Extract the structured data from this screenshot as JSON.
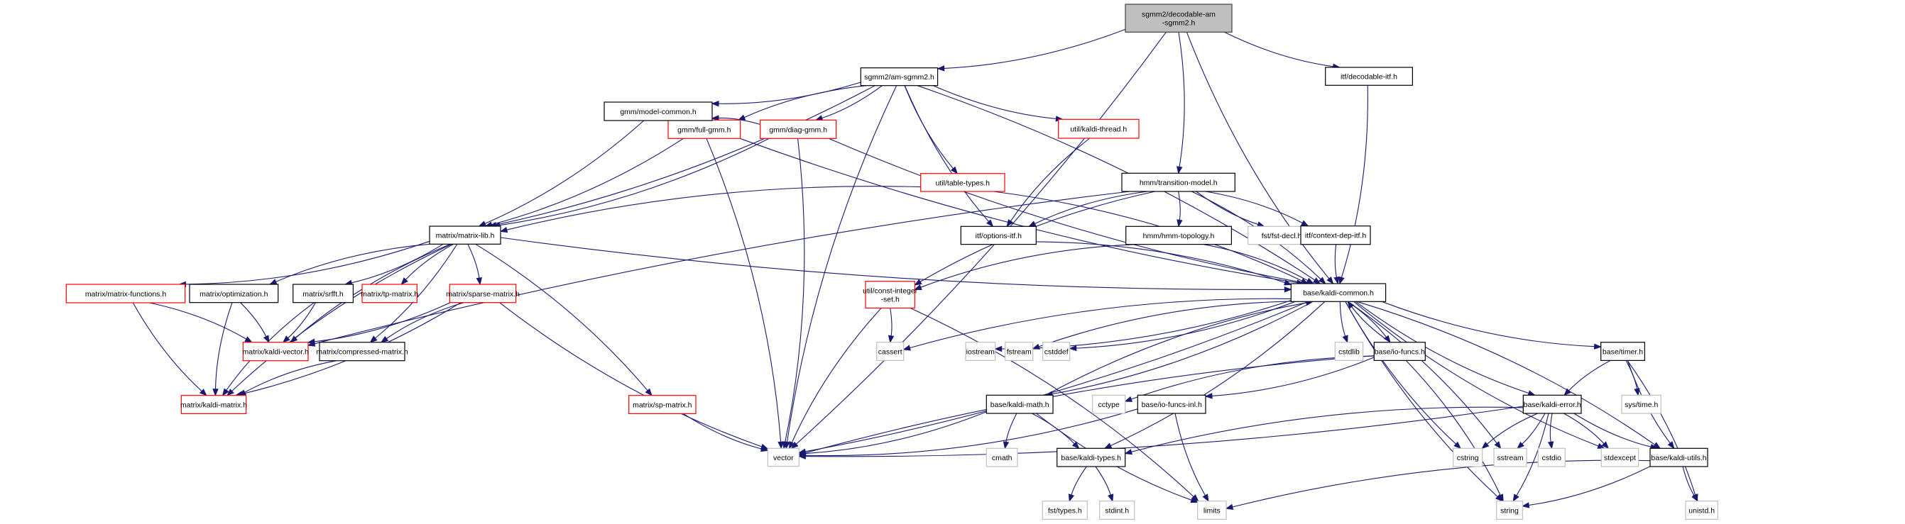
{
  "diagram": {
    "type": "include-dependency-graph",
    "edge_color": "#191970",
    "legend": {
      "root_fill": "#bfbfbf",
      "documented_border": "#000000",
      "truncated_border": "#ff0000",
      "external_border": "#bfbfbf"
    },
    "nodes": [
      {
        "id": "root",
        "label": [
          "sgmm2/decodable-am",
          "-sgmm2.h"
        ],
        "kind": "root"
      },
      {
        "id": "am_sgmm2",
        "label": [
          "sgmm2/am-sgmm2.h"
        ],
        "kind": "normal"
      },
      {
        "id": "decodable_itf",
        "label": [
          "itf/decodable-itf.h"
        ],
        "kind": "normal"
      },
      {
        "id": "full_gmm",
        "label": [
          "gmm/full-gmm.h"
        ],
        "kind": "red"
      },
      {
        "id": "diag_gmm",
        "label": [
          "gmm/diag-gmm.h"
        ],
        "kind": "red"
      },
      {
        "id": "kaldi_thread",
        "label": [
          "util/kaldi-thread.h"
        ],
        "kind": "red"
      },
      {
        "id": "model_common",
        "label": [
          "gmm/model-common.h"
        ],
        "kind": "normal"
      },
      {
        "id": "table_types",
        "label": [
          "util/table-types.h"
        ],
        "kind": "red"
      },
      {
        "id": "transition_model",
        "label": [
          "hmm/transition-model.h"
        ],
        "kind": "normal"
      },
      {
        "id": "matrix_lib",
        "label": [
          "matrix/matrix-lib.h"
        ],
        "kind": "normal"
      },
      {
        "id": "options_itf",
        "label": [
          "itf/options-itf.h"
        ],
        "kind": "normal"
      },
      {
        "id": "hmm_topology",
        "label": [
          "hmm/hmm-topology.h"
        ],
        "kind": "normal"
      },
      {
        "id": "fst_decl",
        "label": [
          "fst/fst-decl.h"
        ],
        "kind": "gray"
      },
      {
        "id": "context_dep_itf",
        "label": [
          "itf/context-dep-itf.h"
        ],
        "kind": "normal"
      },
      {
        "id": "matrix_functions",
        "label": [
          "matrix/matrix-functions.h"
        ],
        "kind": "red"
      },
      {
        "id": "optimization",
        "label": [
          "matrix/optimization.h"
        ],
        "kind": "normal"
      },
      {
        "id": "srfft",
        "label": [
          "matrix/srfft.h"
        ],
        "kind": "normal"
      },
      {
        "id": "tp_matrix",
        "label": [
          "matrix/tp-matrix.h"
        ],
        "kind": "red"
      },
      {
        "id": "sparse_matrix",
        "label": [
          "matrix/sparse-matrix.h"
        ],
        "kind": "red"
      },
      {
        "id": "const_integer_set",
        "label": [
          "util/const-integer",
          "-set.h"
        ],
        "kind": "red"
      },
      {
        "id": "kaldi_common",
        "label": [
          "base/kaldi-common.h"
        ],
        "kind": "normal"
      },
      {
        "id": "kaldi_vector",
        "label": [
          "matrix/kaldi-vector.h"
        ],
        "kind": "red"
      },
      {
        "id": "compressed_matrix",
        "label": [
          "matrix/compressed-matrix.h"
        ],
        "kind": "normal"
      },
      {
        "id": "cassert",
        "label": [
          "cassert"
        ],
        "kind": "gray"
      },
      {
        "id": "iostream",
        "label": [
          "iostream"
        ],
        "kind": "gray"
      },
      {
        "id": "fstream",
        "label": [
          "fstream"
        ],
        "kind": "gray"
      },
      {
        "id": "cstddef",
        "label": [
          "cstddef"
        ],
        "kind": "gray"
      },
      {
        "id": "cstdlib",
        "label": [
          "cstdlib"
        ],
        "kind": "gray"
      },
      {
        "id": "io_funcs",
        "label": [
          "base/io-funcs.h"
        ],
        "kind": "normal"
      },
      {
        "id": "timer",
        "label": [
          "base/timer.h"
        ],
        "kind": "normal"
      },
      {
        "id": "kaldi_matrix",
        "label": [
          "matrix/kaldi-matrix.h"
        ],
        "kind": "red"
      },
      {
        "id": "sp_matrix",
        "label": [
          "matrix/sp-matrix.h"
        ],
        "kind": "red"
      },
      {
        "id": "kaldi_math",
        "label": [
          "base/kaldi-math.h"
        ],
        "kind": "normal"
      },
      {
        "id": "cctype",
        "label": [
          "cctype"
        ],
        "kind": "gray"
      },
      {
        "id": "io_funcs_inl",
        "label": [
          "base/io-funcs-inl.h"
        ],
        "kind": "normal"
      },
      {
        "id": "kaldi_error",
        "label": [
          "base/kaldi-error.h"
        ],
        "kind": "normal"
      },
      {
        "id": "sys_time",
        "label": [
          "sys/time.h"
        ],
        "kind": "gray"
      },
      {
        "id": "vector",
        "label": [
          "vector"
        ],
        "kind": "gray"
      },
      {
        "id": "cmath",
        "label": [
          "cmath"
        ],
        "kind": "gray"
      },
      {
        "id": "kaldi_types",
        "label": [
          "base/kaldi-types.h"
        ],
        "kind": "normal"
      },
      {
        "id": "cstring",
        "label": [
          "cstring"
        ],
        "kind": "gray"
      },
      {
        "id": "sstream",
        "label": [
          "sstream"
        ],
        "kind": "gray"
      },
      {
        "id": "cstdio",
        "label": [
          "cstdio"
        ],
        "kind": "gray"
      },
      {
        "id": "stdexcept",
        "label": [
          "stdexcept"
        ],
        "kind": "gray"
      },
      {
        "id": "kaldi_utils",
        "label": [
          "base/kaldi-utils.h"
        ],
        "kind": "normal"
      },
      {
        "id": "fst_types",
        "label": [
          "fst/types.h"
        ],
        "kind": "gray"
      },
      {
        "id": "stdint",
        "label": [
          "stdint.h"
        ],
        "kind": "gray"
      },
      {
        "id": "limits",
        "label": [
          "limits"
        ],
        "kind": "gray"
      },
      {
        "id": "string",
        "label": [
          "string"
        ],
        "kind": "gray"
      },
      {
        "id": "unistd",
        "label": [
          "unistd.h"
        ],
        "kind": "gray"
      }
    ],
    "edges": [
      [
        "root",
        "am_sgmm2"
      ],
      [
        "root",
        "decodable_itf"
      ],
      [
        "root",
        "transition_model"
      ],
      [
        "root",
        "kaldi_common"
      ],
      [
        "root",
        "vector"
      ],
      [
        "am_sgmm2",
        "full_gmm"
      ],
      [
        "am_sgmm2",
        "diag_gmm"
      ],
      [
        "am_sgmm2",
        "kaldi_thread"
      ],
      [
        "am_sgmm2",
        "model_common"
      ],
      [
        "am_sgmm2",
        "table_types"
      ],
      [
        "am_sgmm2",
        "matrix_lib"
      ],
      [
        "am_sgmm2",
        "options_itf"
      ],
      [
        "am_sgmm2",
        "kaldi_common"
      ],
      [
        "am_sgmm2",
        "vector"
      ],
      [
        "decodable_itf",
        "kaldi_common"
      ],
      [
        "full_gmm",
        "model_common"
      ],
      [
        "full_gmm",
        "matrix_lib"
      ],
      [
        "full_gmm",
        "kaldi_common"
      ],
      [
        "full_gmm",
        "vector"
      ],
      [
        "diag_gmm",
        "model_common"
      ],
      [
        "diag_gmm",
        "matrix_lib"
      ],
      [
        "diag_gmm",
        "kaldi_common"
      ],
      [
        "diag_gmm",
        "vector"
      ],
      [
        "kaldi_thread",
        "options_itf"
      ],
      [
        "model_common",
        "matrix_lib"
      ],
      [
        "table_types",
        "matrix_lib"
      ],
      [
        "table_types",
        "kaldi_common"
      ],
      [
        "transition_model",
        "options_itf"
      ],
      [
        "transition_model",
        "hmm_topology"
      ],
      [
        "transition_model",
        "fst_decl"
      ],
      [
        "transition_model",
        "context_dep_itf"
      ],
      [
        "transition_model",
        "const_integer_set"
      ],
      [
        "transition_model",
        "kaldi_common"
      ],
      [
        "transition_model",
        "kaldi_vector"
      ],
      [
        "matrix_lib",
        "matrix_functions"
      ],
      [
        "matrix_lib",
        "optimization"
      ],
      [
        "matrix_lib",
        "srfft"
      ],
      [
        "matrix_lib",
        "tp_matrix"
      ],
      [
        "matrix_lib",
        "sparse_matrix"
      ],
      [
        "matrix_lib",
        "kaldi_vector"
      ],
      [
        "matrix_lib",
        "compressed_matrix"
      ],
      [
        "matrix_lib",
        "kaldi_matrix"
      ],
      [
        "matrix_lib",
        "sp_matrix"
      ],
      [
        "matrix_lib",
        "kaldi_common"
      ],
      [
        "options_itf",
        "kaldi_common"
      ],
      [
        "hmm_topology",
        "const_integer_set"
      ],
      [
        "hmm_topology",
        "kaldi_common"
      ],
      [
        "context_dep_itf",
        "kaldi_common"
      ],
      [
        "matrix_functions",
        "kaldi_vector"
      ],
      [
        "matrix_functions",
        "kaldi_matrix"
      ],
      [
        "optimization",
        "kaldi_vector"
      ],
      [
        "optimization",
        "kaldi_matrix"
      ],
      [
        "srfft",
        "kaldi_vector"
      ],
      [
        "srfft",
        "kaldi_matrix"
      ],
      [
        "sparse_matrix",
        "kaldi_vector"
      ],
      [
        "sparse_matrix",
        "compressed_matrix"
      ],
      [
        "sparse_matrix",
        "kaldi_matrix"
      ],
      [
        "sparse_matrix",
        "vector"
      ],
      [
        "const_integer_set",
        "cassert"
      ],
      [
        "const_integer_set",
        "vector"
      ],
      [
        "const_integer_set",
        "limits"
      ],
      [
        "kaldi_common",
        "cassert"
      ],
      [
        "kaldi_common",
        "iostream"
      ],
      [
        "kaldi_common",
        "fstream"
      ],
      [
        "kaldi_common",
        "cstddef"
      ],
      [
        "kaldi_common",
        "cstdlib"
      ],
      [
        "kaldi_common",
        "io_funcs"
      ],
      [
        "kaldi_common",
        "timer"
      ],
      [
        "kaldi_common",
        "kaldi_math"
      ],
      [
        "kaldi_common",
        "kaldi_error"
      ],
      [
        "kaldi_common",
        "kaldi_types"
      ],
      [
        "kaldi_common",
        "cstring"
      ],
      [
        "kaldi_common",
        "sstream"
      ],
      [
        "kaldi_common",
        "stdexcept"
      ],
      [
        "kaldi_common",
        "kaldi_utils"
      ],
      [
        "kaldi_common",
        "string"
      ],
      [
        "kaldi_common",
        "vector"
      ],
      [
        "compressed_matrix",
        "kaldi_matrix"
      ],
      [
        "io_funcs",
        "kaldi_common"
      ],
      [
        "io_funcs",
        "cctype"
      ],
      [
        "io_funcs",
        "io_funcs_inl"
      ],
      [
        "io_funcs",
        "vector"
      ],
      [
        "io_funcs",
        "string"
      ],
      [
        "timer",
        "kaldi_error"
      ],
      [
        "timer",
        "sys_time"
      ],
      [
        "timer",
        "kaldi_utils"
      ],
      [
        "timer",
        "unistd"
      ],
      [
        "sp_matrix",
        "vector"
      ],
      [
        "kaldi_math",
        "kaldi_common"
      ],
      [
        "kaldi_math",
        "cmath"
      ],
      [
        "kaldi_math",
        "kaldi_types"
      ],
      [
        "kaldi_math",
        "limits"
      ],
      [
        "kaldi_math",
        "vector"
      ],
      [
        "io_funcs_inl",
        "limits"
      ],
      [
        "io_funcs_inl",
        "vector"
      ],
      [
        "kaldi_error",
        "cstring"
      ],
      [
        "kaldi_error",
        "sstream"
      ],
      [
        "kaldi_error",
        "cstdio"
      ],
      [
        "kaldi_error",
        "stdexcept"
      ],
      [
        "kaldi_error",
        "kaldi_utils"
      ],
      [
        "kaldi_error",
        "string"
      ],
      [
        "kaldi_error",
        "kaldi_types"
      ],
      [
        "kaldi_error",
        "vector"
      ],
      [
        "kaldi_types",
        "fst_types"
      ],
      [
        "kaldi_types",
        "stdint"
      ],
      [
        "kaldi_utils",
        "limits"
      ],
      [
        "kaldi_utils",
        "string"
      ],
      [
        "kaldi_utils",
        "unistd"
      ]
    ]
  }
}
